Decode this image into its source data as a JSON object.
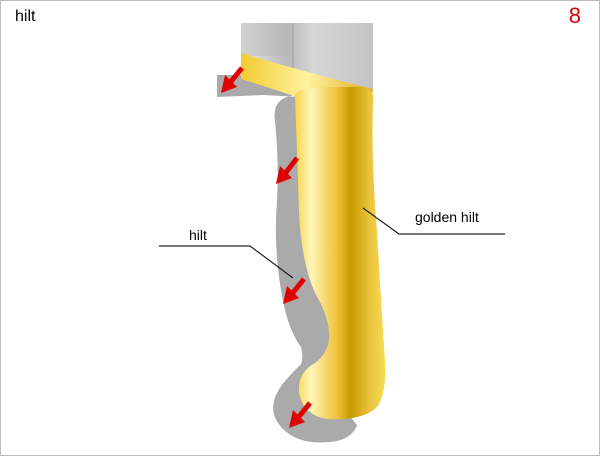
{
  "header": {
    "title": "hilt",
    "step_number": "8"
  },
  "labels": {
    "hilt": "hilt",
    "golden_hilt": "golden hilt"
  },
  "colors": {
    "step_number": "#e00000",
    "arrow": "#e00000",
    "shadow_hilt": "#a9a9a9",
    "gold_dark": "#c8a000",
    "gold_light": "#fff4b0",
    "blade": "#c6c6c6"
  },
  "icons": {
    "arrow": "arrow-down-left-icon"
  }
}
